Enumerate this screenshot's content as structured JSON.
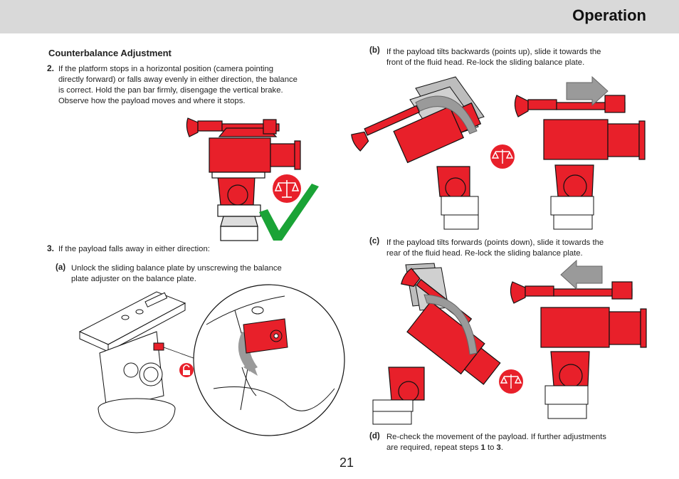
{
  "header": {
    "title": "Operation"
  },
  "left": {
    "subtitle": "Counterbalance Adjustment",
    "step2": {
      "number": "2.",
      "text_1": "If the platform stops in a horizontal position (camera pointing",
      "text_2": "directly forward) or falls away evenly in either direction, the balance",
      "text_3": "is correct. Hold the pan bar firmly, disengage the vertical brake.",
      "text_4": "Observe how the payload moves and where it stops."
    },
    "step3": {
      "number": "3.",
      "text": "If the payload falls away in either direction:"
    },
    "step_a": {
      "label": "(a)",
      "text_1": "Unlock the sliding balance plate by unscrewing the balance",
      "text_2": "plate adjuster on the balance plate."
    }
  },
  "right": {
    "step_b": {
      "label": "(b)",
      "text_1": "If the payload tilts backwards (points up), slide it towards the",
      "text_2": "front of the fluid head. Re-lock the sliding balance plate."
    },
    "step_c": {
      "label": "(c)",
      "text_1": "If the payload tilts forwards (points down), slide it towards the",
      "text_2": "rear of the fluid head. Re-lock the sliding balance plate."
    },
    "step_d": {
      "label": "(d)",
      "text_1": "Re-check the movement of the payload. If further adjustments",
      "text_2_a": "are required, repeat steps ",
      "step_from": "1",
      "text_2_b": " to ",
      "step_to": "3",
      "text_2_c": "."
    }
  },
  "footer": {
    "page_number": "21"
  },
  "colors": {
    "accent_red": "#e8202a",
    "check_green": "#1aa336",
    "header_gray": "#d9d9d9",
    "arrow_gray": "#9a9a9a"
  }
}
